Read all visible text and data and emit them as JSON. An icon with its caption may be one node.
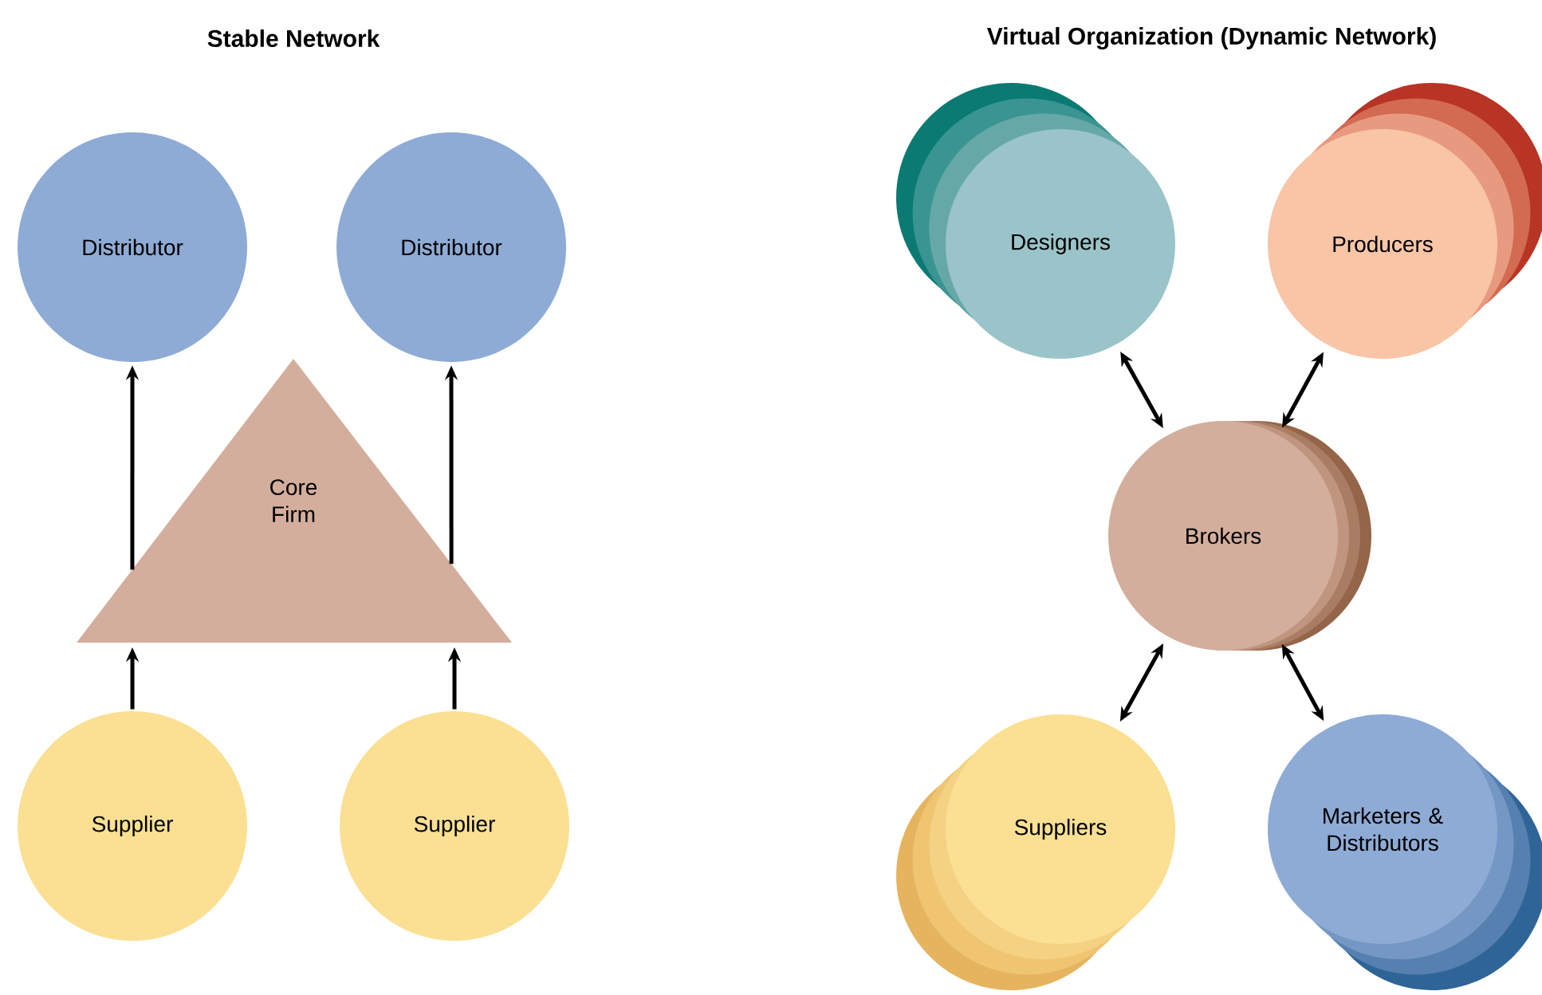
{
  "diagram": {
    "nodes": [
      {
        "text": [
          "Distributor"
        ]
      },
      {
        "text": [
          "Distributor"
        ]
      },
      {
        "text": [
          "Core Firm"
        ]
      },
      {
        "text": [
          "Supplier"
        ]
      },
      {
        "text": [
          "Supplier"
        ]
      },
      {
        "text": [
          "Designers"
        ]
      },
      {
        "text": [
          "Producers"
        ]
      },
      {
        "text": [
          "Brokers"
        ]
      },
      {
        "text": [
          "Suppliers"
        ]
      },
      {
        "text": [
          "Marketers & Distributors"
        ]
      }
    ],
    "edges": [
      {
        "from": 2,
        "to": 0,
        "arrow": "to"
      },
      {
        "from": 2,
        "to": 1,
        "arrow": "to"
      },
      {
        "from": 3,
        "to": 2,
        "arrow": "to"
      },
      {
        "from": 4,
        "to": 2,
        "arrow": "to"
      },
      {
        "from": 5,
        "to": 7,
        "arrow": "both"
      },
      {
        "from": 6,
        "to": 7,
        "arrow": "both"
      },
      {
        "from": 7,
        "to": 8,
        "arrow": "both"
      },
      {
        "from": 7,
        "to": 9,
        "arrow": "both"
      }
    ],
    "labels": [
      "Stable Network",
      "Virtual Organization (Dynamic Network)"
    ]
  }
}
